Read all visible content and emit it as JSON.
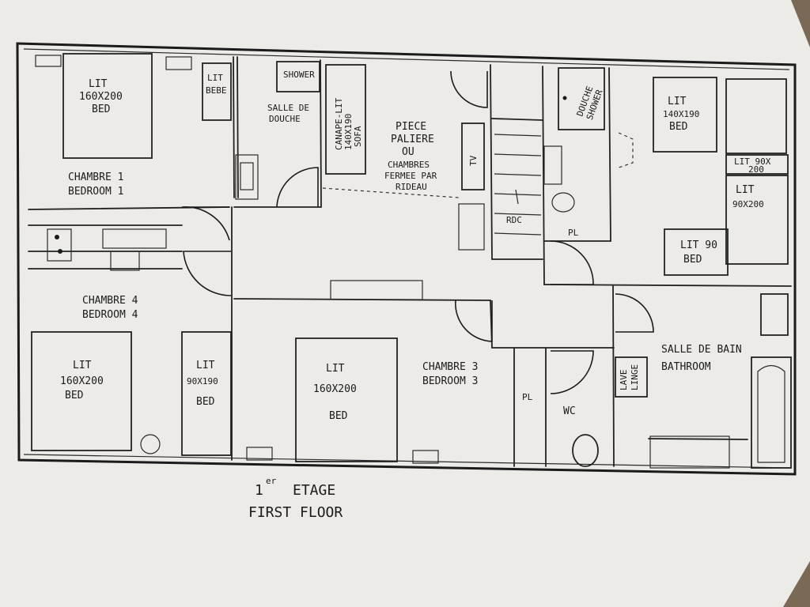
{
  "floor": {
    "title_number": "1",
    "title_superscript": "er",
    "title_word": "ETAGE",
    "subtitle": "FIRST FLOOR"
  },
  "rooms": {
    "chambre1": {
      "line1": "CHAMBRE 1",
      "line2": "BEDROOM 1"
    },
    "chambre4": {
      "line1": "CHAMBRE 4",
      "line2": "BEDROOM 4"
    },
    "chambre3": {
      "line1": "CHAMBRE 3",
      "line2": "BEDROOM 3"
    },
    "douche": {
      "line1": "SALLE DE",
      "line2": "DOUCHE"
    },
    "palier": {
      "line1": "PIECE",
      "line2": "PALIERE",
      "line3": "OU",
      "line4": "CHAMBRES",
      "line5": "FERMEE PAR",
      "line6": "RIDEAU"
    },
    "bain": {
      "line1": "SALLE DE BAIN",
      "line2": "BATHROOM"
    },
    "wc": {
      "line1": "WC"
    }
  },
  "furniture": {
    "bed_c1": {
      "line1": "LIT",
      "line2": "160X200",
      "line3": "BED"
    },
    "bebe": {
      "line1": "LIT",
      "line2": "BEBE"
    },
    "bed_c4a": {
      "line1": "LIT",
      "line2": "160X200",
      "line3": "BED"
    },
    "bed_c4b": {
      "line1": "LIT",
      "line2": "90X190",
      "line3": "BED"
    },
    "bed_c3": {
      "line1": "LIT",
      "line2": "160X200",
      "line3": "BED"
    },
    "sofa": {
      "line1": "CANAPE-LIT",
      "line2": "140X190",
      "line3": "SOFA"
    },
    "shower1": {
      "line1": "SHOWER"
    },
    "shower2": {
      "line1": "DOUCHE",
      "line2": "SHOWER"
    },
    "bed_r1": {
      "line1": "LIT",
      "line2": "140X190",
      "line3": "BED"
    },
    "bed_r2": {
      "line1": "LIT 90X",
      "line2": "200"
    },
    "bed_r3": {
      "line1": "LIT",
      "line2": "90X200"
    },
    "bed_r4": {
      "line1": "LIT 90",
      "line2": "BED"
    },
    "tv": {
      "line1": "TV"
    },
    "stairs": {
      "line1": "RDC"
    },
    "pl1": {
      "line1": "PL"
    },
    "pl2": {
      "line1": "PL"
    },
    "lave_linge": {
      "line1": "LAVE",
      "line2": "LINGE"
    }
  },
  "colors": {
    "paper": "#ecebe8",
    "ink": "#1b1b1b",
    "background": "#7a6a55"
  }
}
